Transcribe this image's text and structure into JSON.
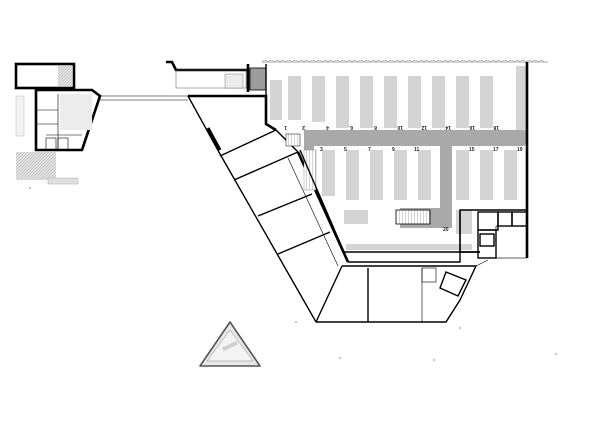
{
  "drawing": {
    "type": "architectural floor plan",
    "subject": "parking garage level with adjoining building wings",
    "background": "#ffffff",
    "colors": {
      "walls": "#000000",
      "parking_bays": "#d4d4d4",
      "driving_aisle": "#a9a9a9",
      "hatched_areas": "#cfcfcf"
    }
  },
  "parking": {
    "top_row_labels": [
      "1",
      "2",
      "4",
      "6",
      "8",
      "10",
      "12",
      "14",
      "16",
      "18"
    ],
    "bottom_row_labels": [
      "3",
      "5",
      "7",
      "9",
      "11",
      "15",
      "17",
      "19"
    ],
    "aisle_label": "20"
  },
  "elements": {
    "left_pavilion": "Left pavilion building with small rooms",
    "bridge": "Connecting walkway",
    "diagonal_wing": "Diagonal wing with three rooms",
    "south_wing": "South wing rooms",
    "service_block": "Service rooms and stairs at east",
    "ramp_stair": "Central stair",
    "triangle_structure": "Triangular freestanding structure",
    "fence": "Perimeter fence along north edge"
  }
}
